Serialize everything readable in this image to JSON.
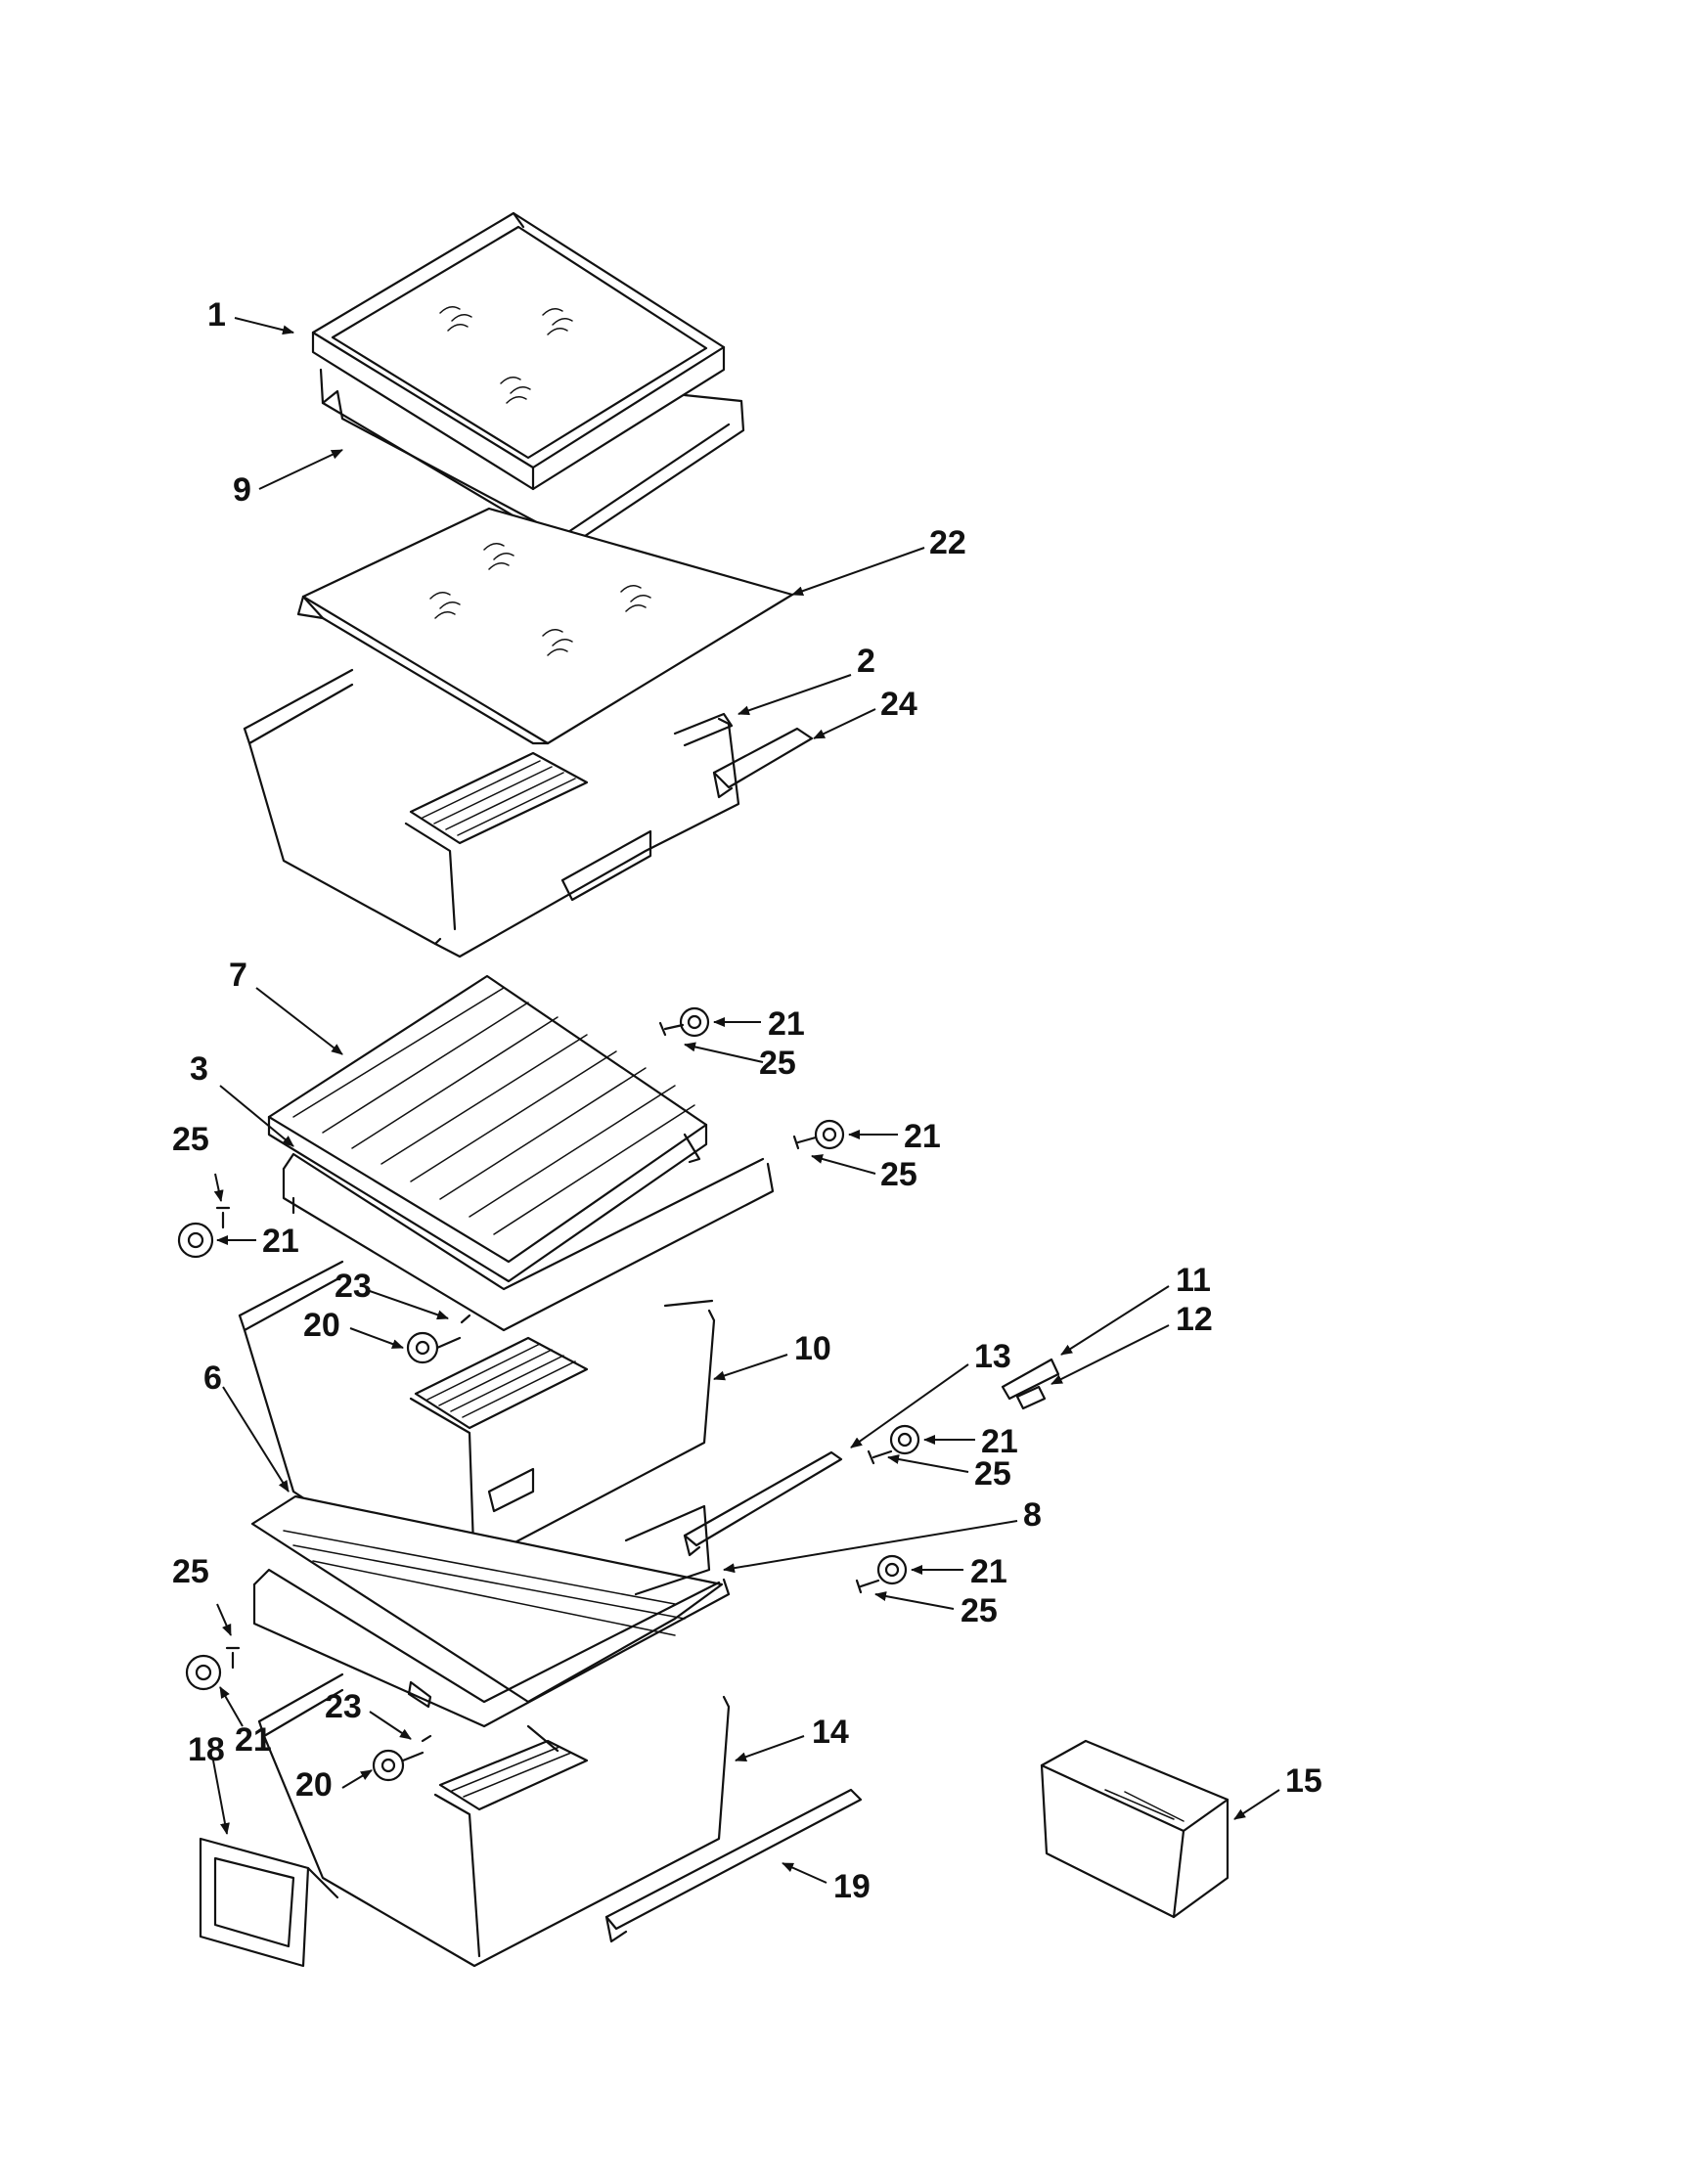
{
  "diagram": {
    "callouts": [
      {
        "id": "c1",
        "text": "1"
      },
      {
        "id": "c9",
        "text": "9"
      },
      {
        "id": "c22",
        "text": "22"
      },
      {
        "id": "c2",
        "text": "2"
      },
      {
        "id": "c24",
        "text": "24"
      },
      {
        "id": "c7",
        "text": "7"
      },
      {
        "id": "c21a",
        "text": "21"
      },
      {
        "id": "c25a",
        "text": "25"
      },
      {
        "id": "c3",
        "text": "3"
      },
      {
        "id": "c21b",
        "text": "21"
      },
      {
        "id": "c25b",
        "text": "25"
      },
      {
        "id": "c25c",
        "text": "25"
      },
      {
        "id": "c21c",
        "text": "21"
      },
      {
        "id": "c11",
        "text": "11"
      },
      {
        "id": "c12",
        "text": "12"
      },
      {
        "id": "c23a",
        "text": "23"
      },
      {
        "id": "c20a",
        "text": "20"
      },
      {
        "id": "c10",
        "text": "10"
      },
      {
        "id": "c13",
        "text": "13"
      },
      {
        "id": "c6",
        "text": "6"
      },
      {
        "id": "c21d",
        "text": "21"
      },
      {
        "id": "c25d",
        "text": "25"
      },
      {
        "id": "c8",
        "text": "8"
      },
      {
        "id": "c21e",
        "text": "21"
      },
      {
        "id": "c25e",
        "text": "25"
      },
      {
        "id": "c25f",
        "text": "25"
      },
      {
        "id": "c21f",
        "text": "21"
      },
      {
        "id": "c23b",
        "text": "23"
      },
      {
        "id": "c14",
        "text": "14"
      },
      {
        "id": "c18",
        "text": "18"
      },
      {
        "id": "c20b",
        "text": "20"
      },
      {
        "id": "c15",
        "text": "15"
      },
      {
        "id": "c19",
        "text": "19"
      }
    ]
  }
}
